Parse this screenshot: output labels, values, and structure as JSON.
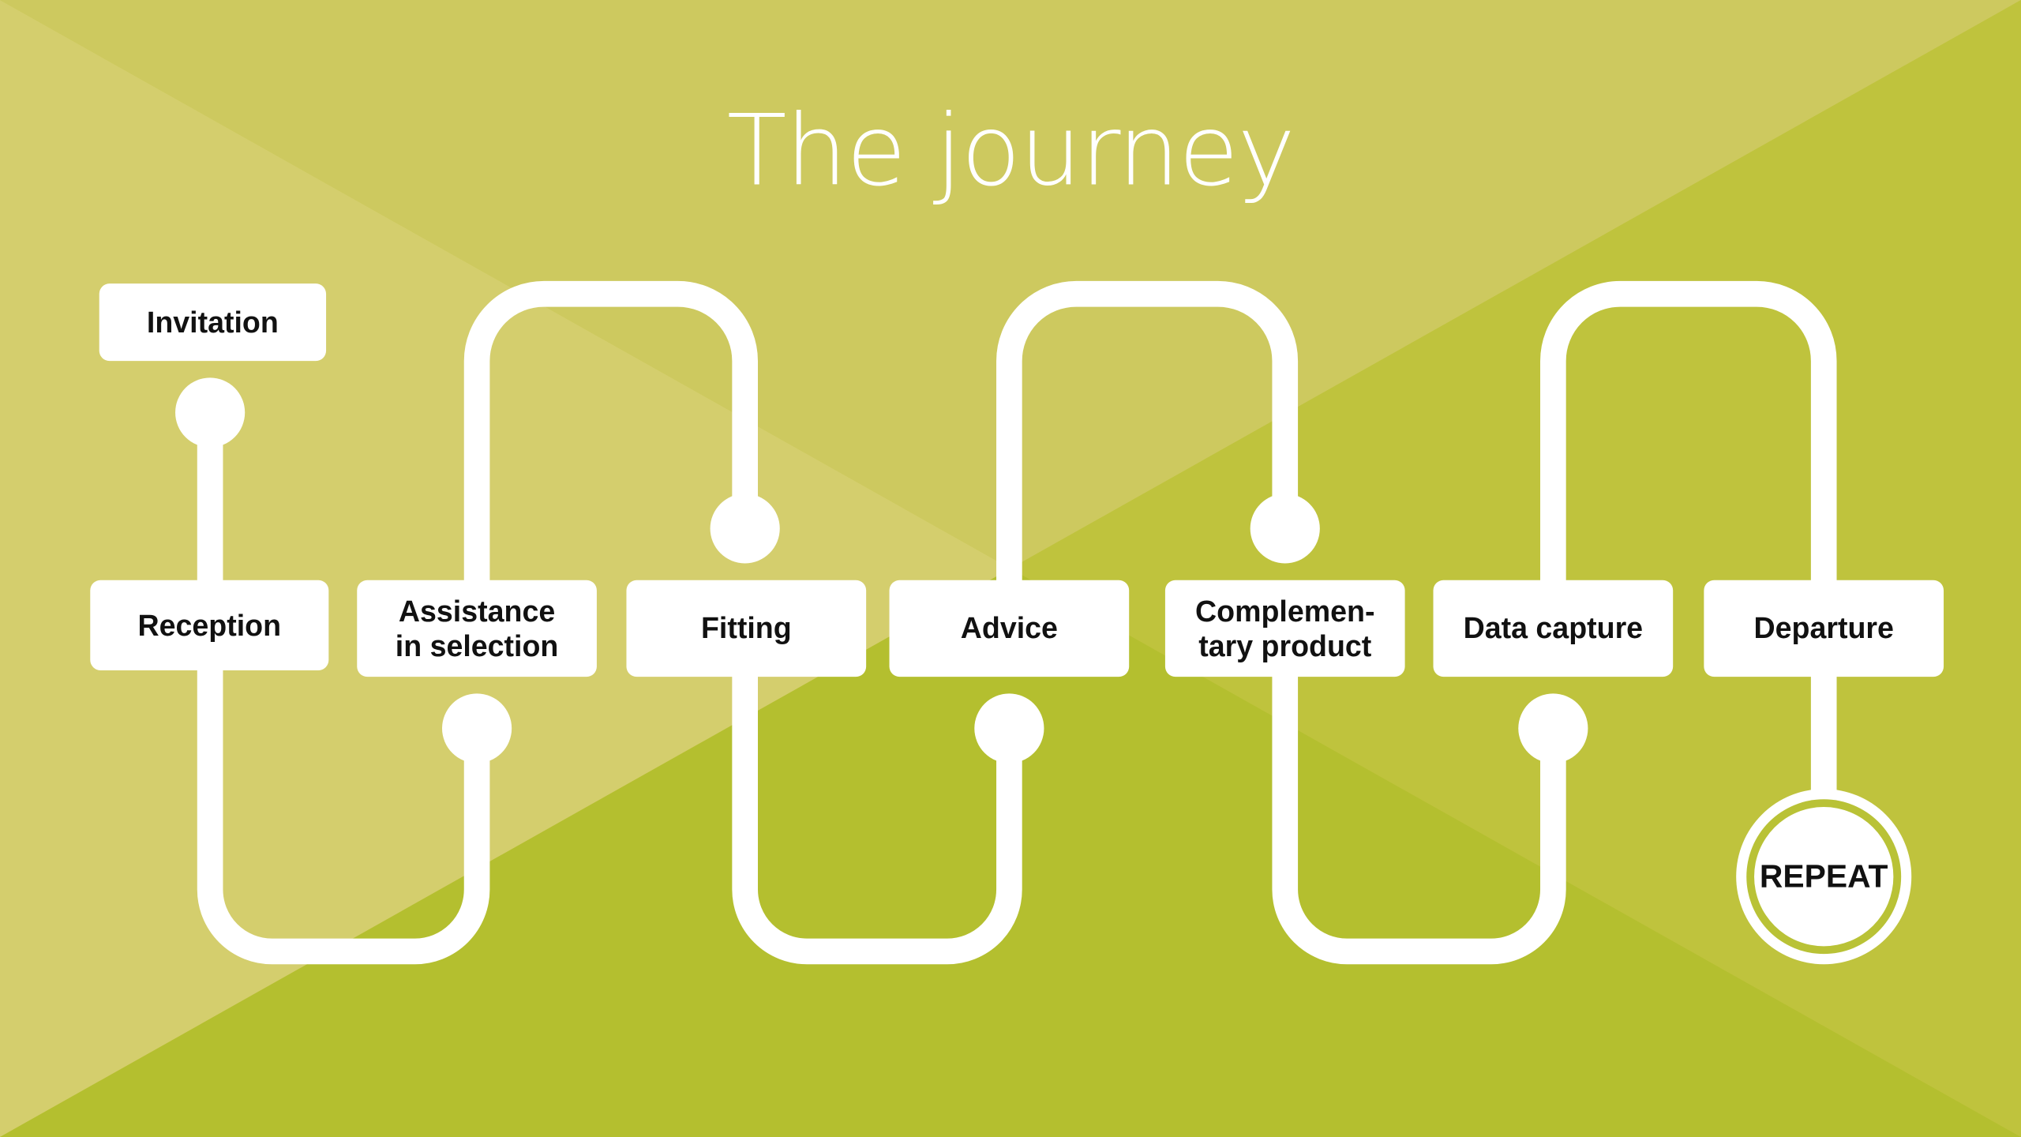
{
  "title": "The journey",
  "colors": {
    "top": "#cdc95f",
    "left": "#d4ce6d",
    "bottom": "#b4bf2f",
    "right": "#bfc33d",
    "line": "#ffffff"
  },
  "steps": {
    "invitation": "Invitation",
    "reception": "Reception",
    "assistance_1": "Assistance",
    "assistance_2": "in selection",
    "fitting": "Fitting",
    "advice": "Advice",
    "complementary_1": "Complemen-",
    "complementary_2": "tary product",
    "data_capture": "Data capture",
    "departure": "Departure",
    "repeat": "REPEAT"
  }
}
